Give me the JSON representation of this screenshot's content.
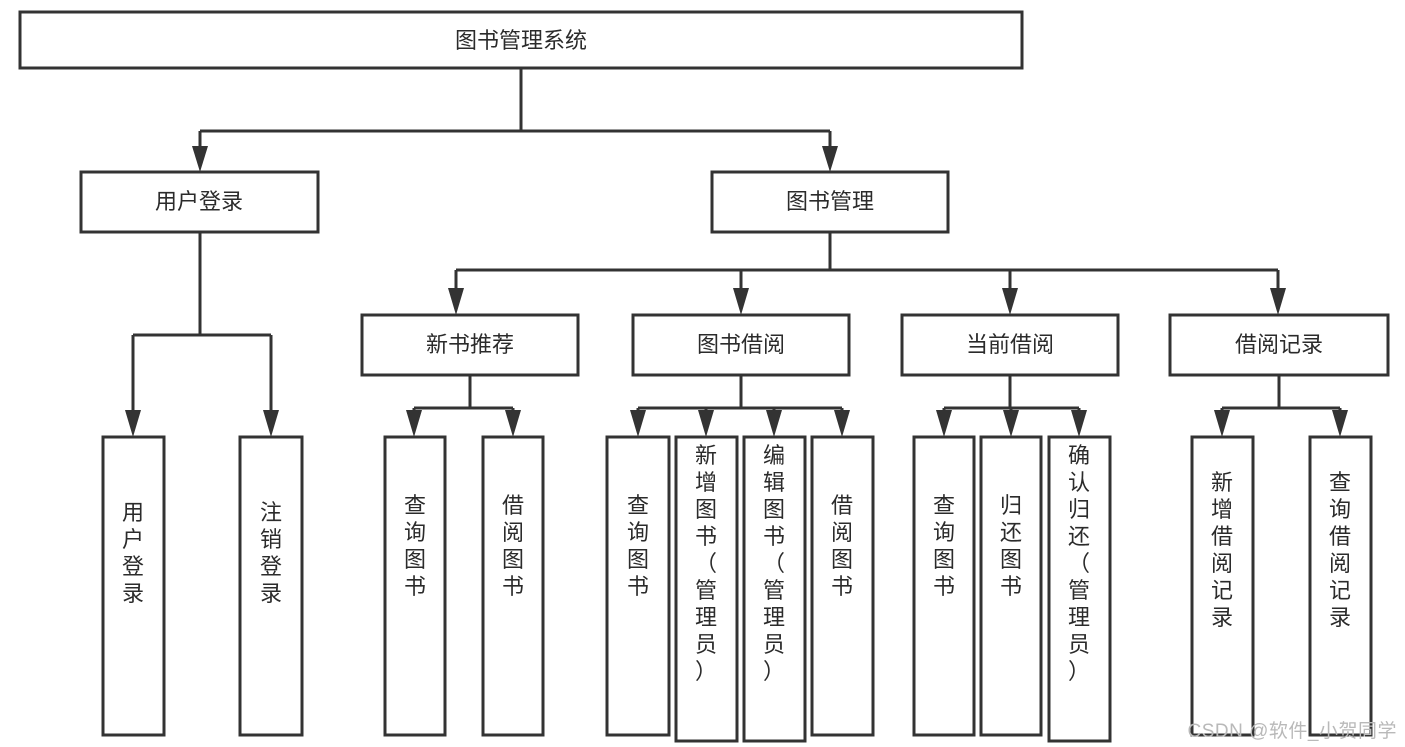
{
  "diagram": {
    "type": "tree",
    "title": "图书管理系统",
    "watermark": "CSDN @软件_小贺同学",
    "colors": {
      "box_stroke": "#333333",
      "box_fill": "#ffffff",
      "text": "#2b2b2b",
      "connector": "#333333",
      "watermark": "#b9b9b9",
      "background": "#ffffff"
    },
    "nodes": {
      "root": {
        "label": "图书管理系统"
      },
      "level1": [
        {
          "label": "用户登录"
        },
        {
          "label": "图书管理"
        }
      ],
      "level2": [
        {
          "label": "新书推荐"
        },
        {
          "label": "图书借阅"
        },
        {
          "label": "当前借阅"
        },
        {
          "label": "借阅记录"
        }
      ],
      "leaves": {
        "user_login": [
          {
            "label": "用户登录"
          },
          {
            "label": "注销登录"
          }
        ],
        "new_book_recommend": [
          {
            "label": "查询图书"
          },
          {
            "label": "借阅图书"
          }
        ],
        "book_borrow": [
          {
            "label": "查询图书"
          },
          {
            "label": "新增图书（管理员）"
          },
          {
            "label": "编辑图书（管理员）"
          },
          {
            "label": "借阅图书"
          }
        ],
        "current_borrow": [
          {
            "label": "查询图书"
          },
          {
            "label": "归还图书"
          },
          {
            "label": "确认归还（管理员）"
          }
        ],
        "borrow_record": [
          {
            "label": "新增借阅记录"
          },
          {
            "label": "查询借阅记录"
          }
        ]
      }
    }
  }
}
